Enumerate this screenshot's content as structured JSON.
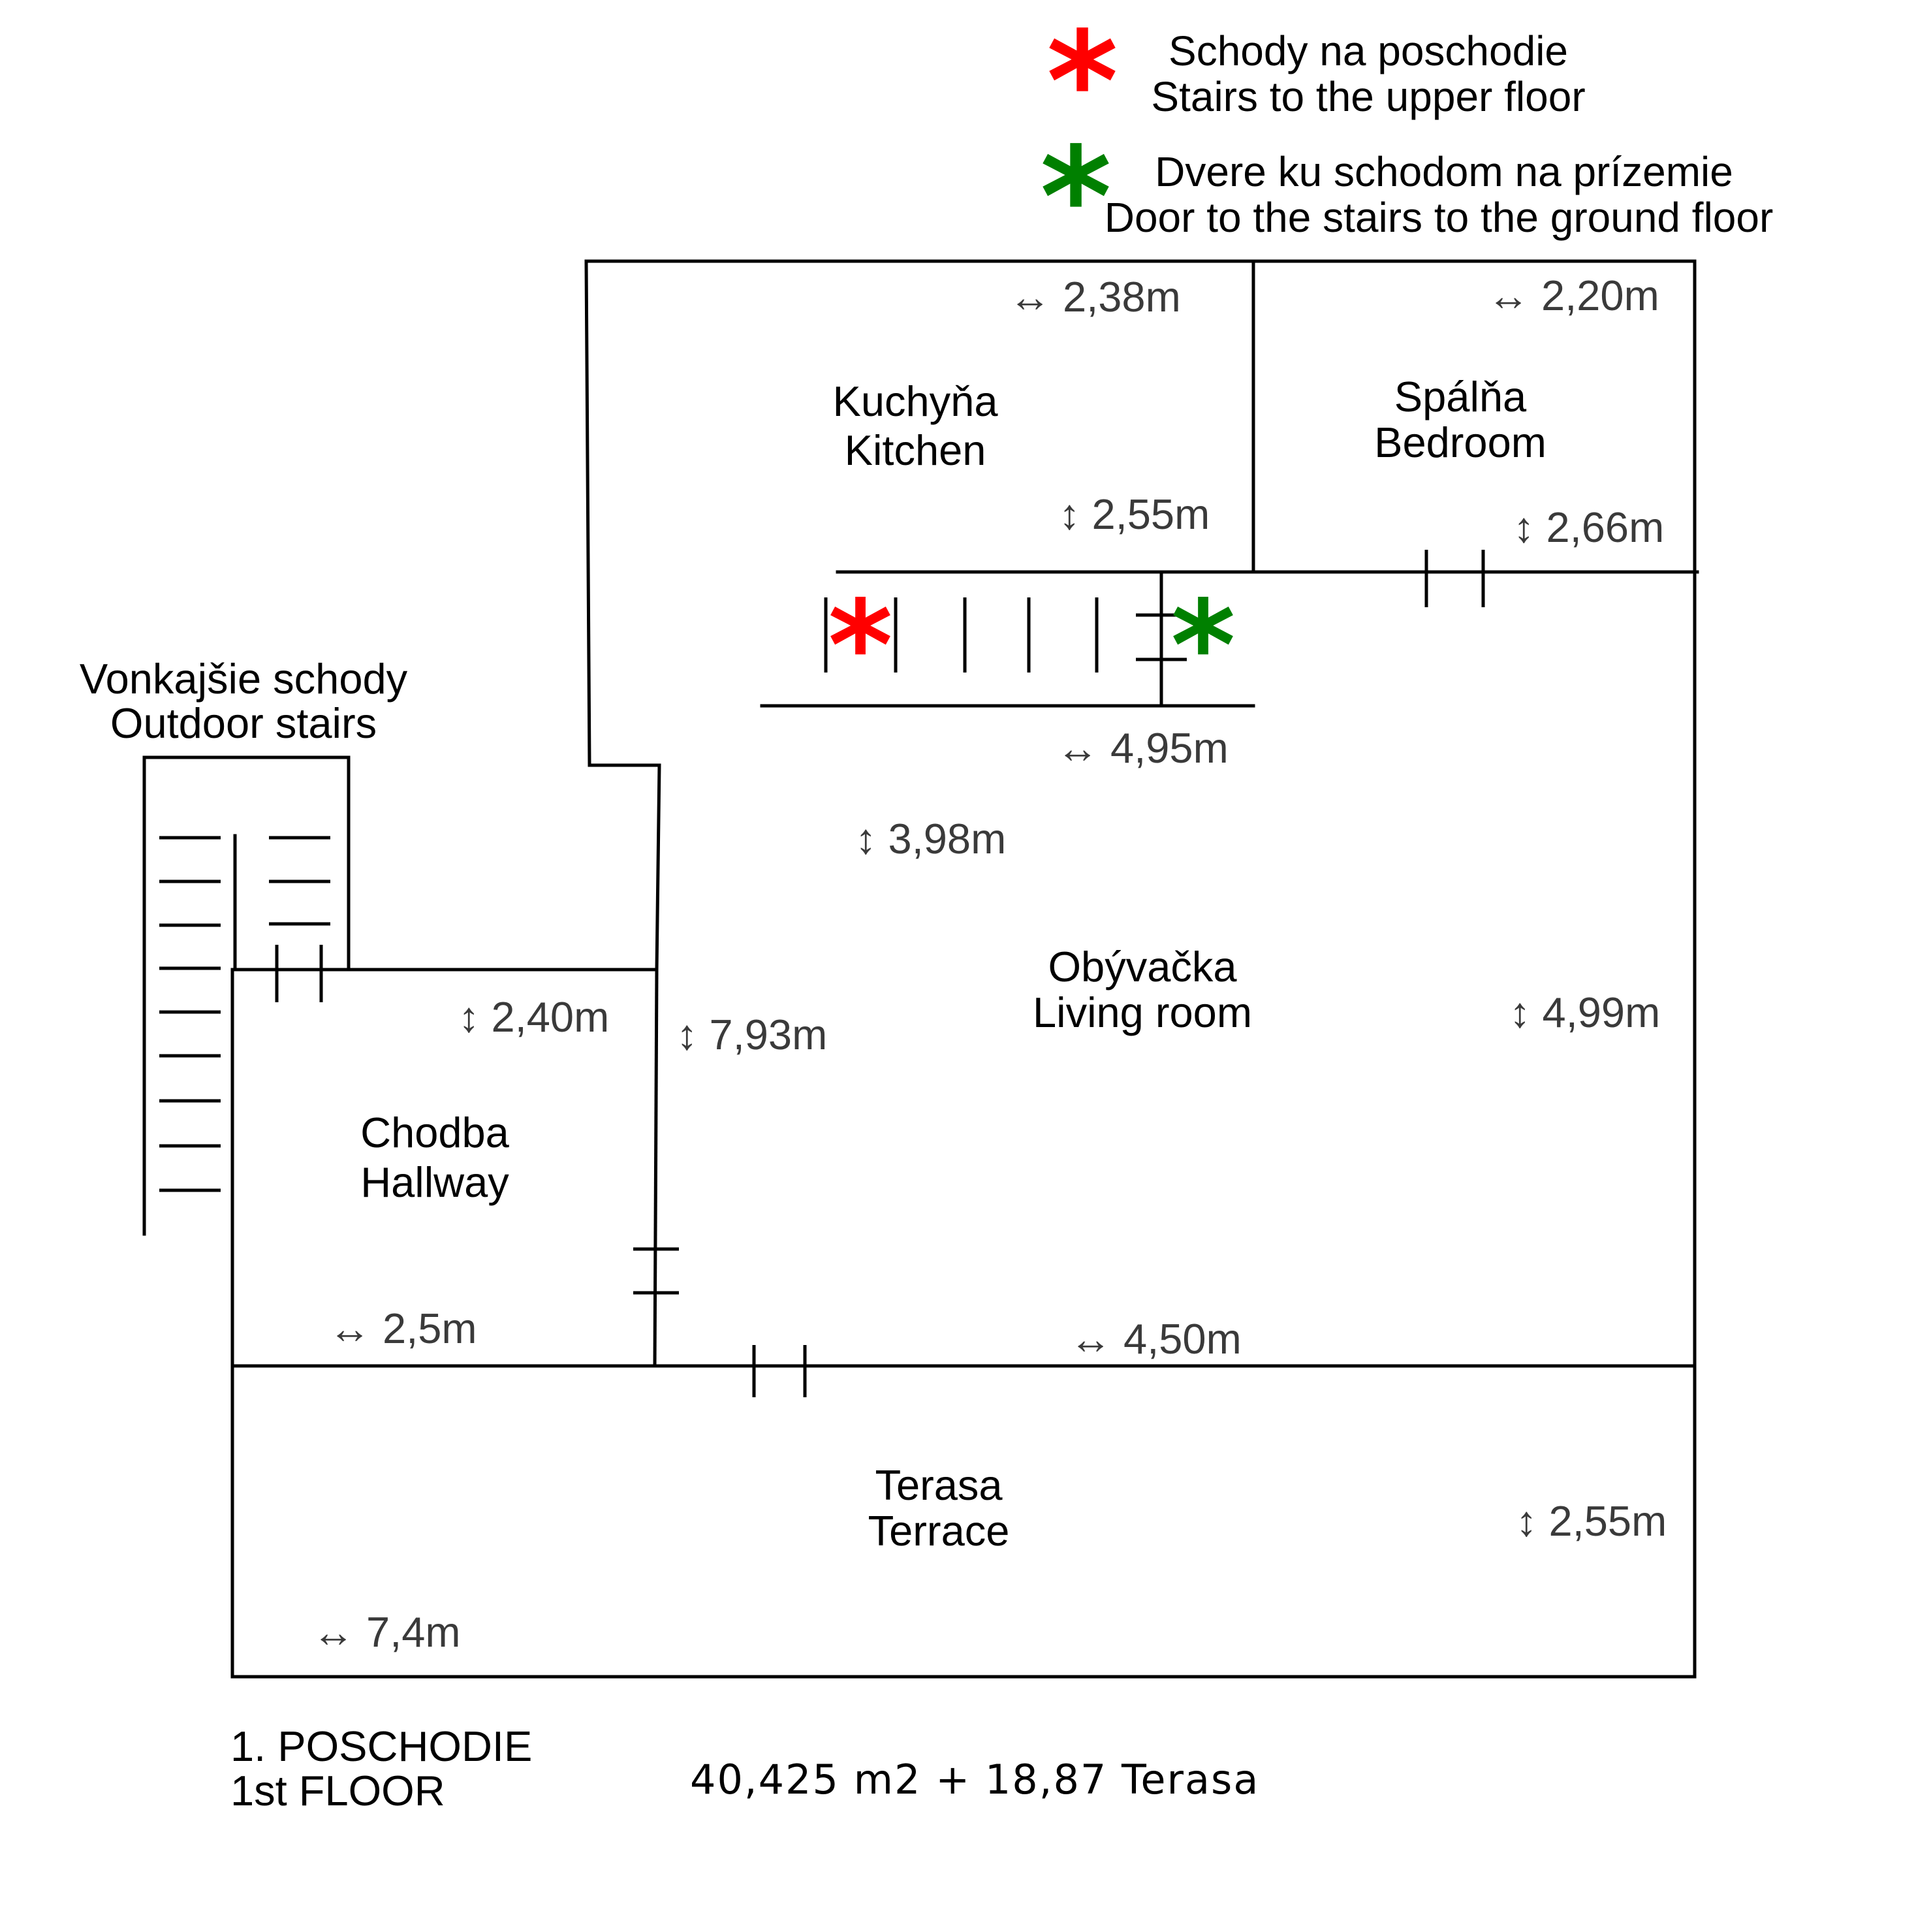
{
  "legend": {
    "upper_stairs_sk": "Schody na poschodie",
    "upper_stairs_en": "Stairs to the upper floor",
    "ground_door_sk": "Dvere ku schodom na prízemie",
    "ground_door_en": "Door to the stairs to the ground floor",
    "upper_color": "#ff0000",
    "ground_color": "#008000"
  },
  "rooms": {
    "kitchen_sk": "Kuchyňa",
    "kitchen_en": "Kitchen",
    "bedroom_sk": "Spálňa",
    "bedroom_en": "Bedroom",
    "living_sk": "Obývačka",
    "living_en": "Living room",
    "hallway_sk": "Chodba",
    "hallway_en": "Hallway",
    "terrace_sk": "Terasa",
    "terrace_en": "Terrace",
    "outdoor_sk": "Vonkajšie schody",
    "outdoor_en": "Outdoor stairs"
  },
  "dimensions": {
    "kitchen_w": "↔ 2,38m",
    "kitchen_h": "↕ 2,55m",
    "bedroom_w": "↔ 2,20m",
    "bedroom_h": "↕ 2,66m",
    "stair_w": "↔ 4,95m",
    "living_h1": "↕ 3,98m",
    "living_h2": "↕ 7,93m",
    "living_h3": "↕ 4,99m",
    "living_w": "↔ 4,50m",
    "hallway_h": "↕ 2,40m",
    "hallway_w": "↔ 2,5m",
    "terrace_h": "↕ 2,55m",
    "terrace_w": "↔ 7,4m"
  },
  "footer": {
    "floor_sk": "1. POSCHODIE",
    "floor_en": "1st FLOOR",
    "area": "40,425 m2 + 18,87 Terasa"
  }
}
